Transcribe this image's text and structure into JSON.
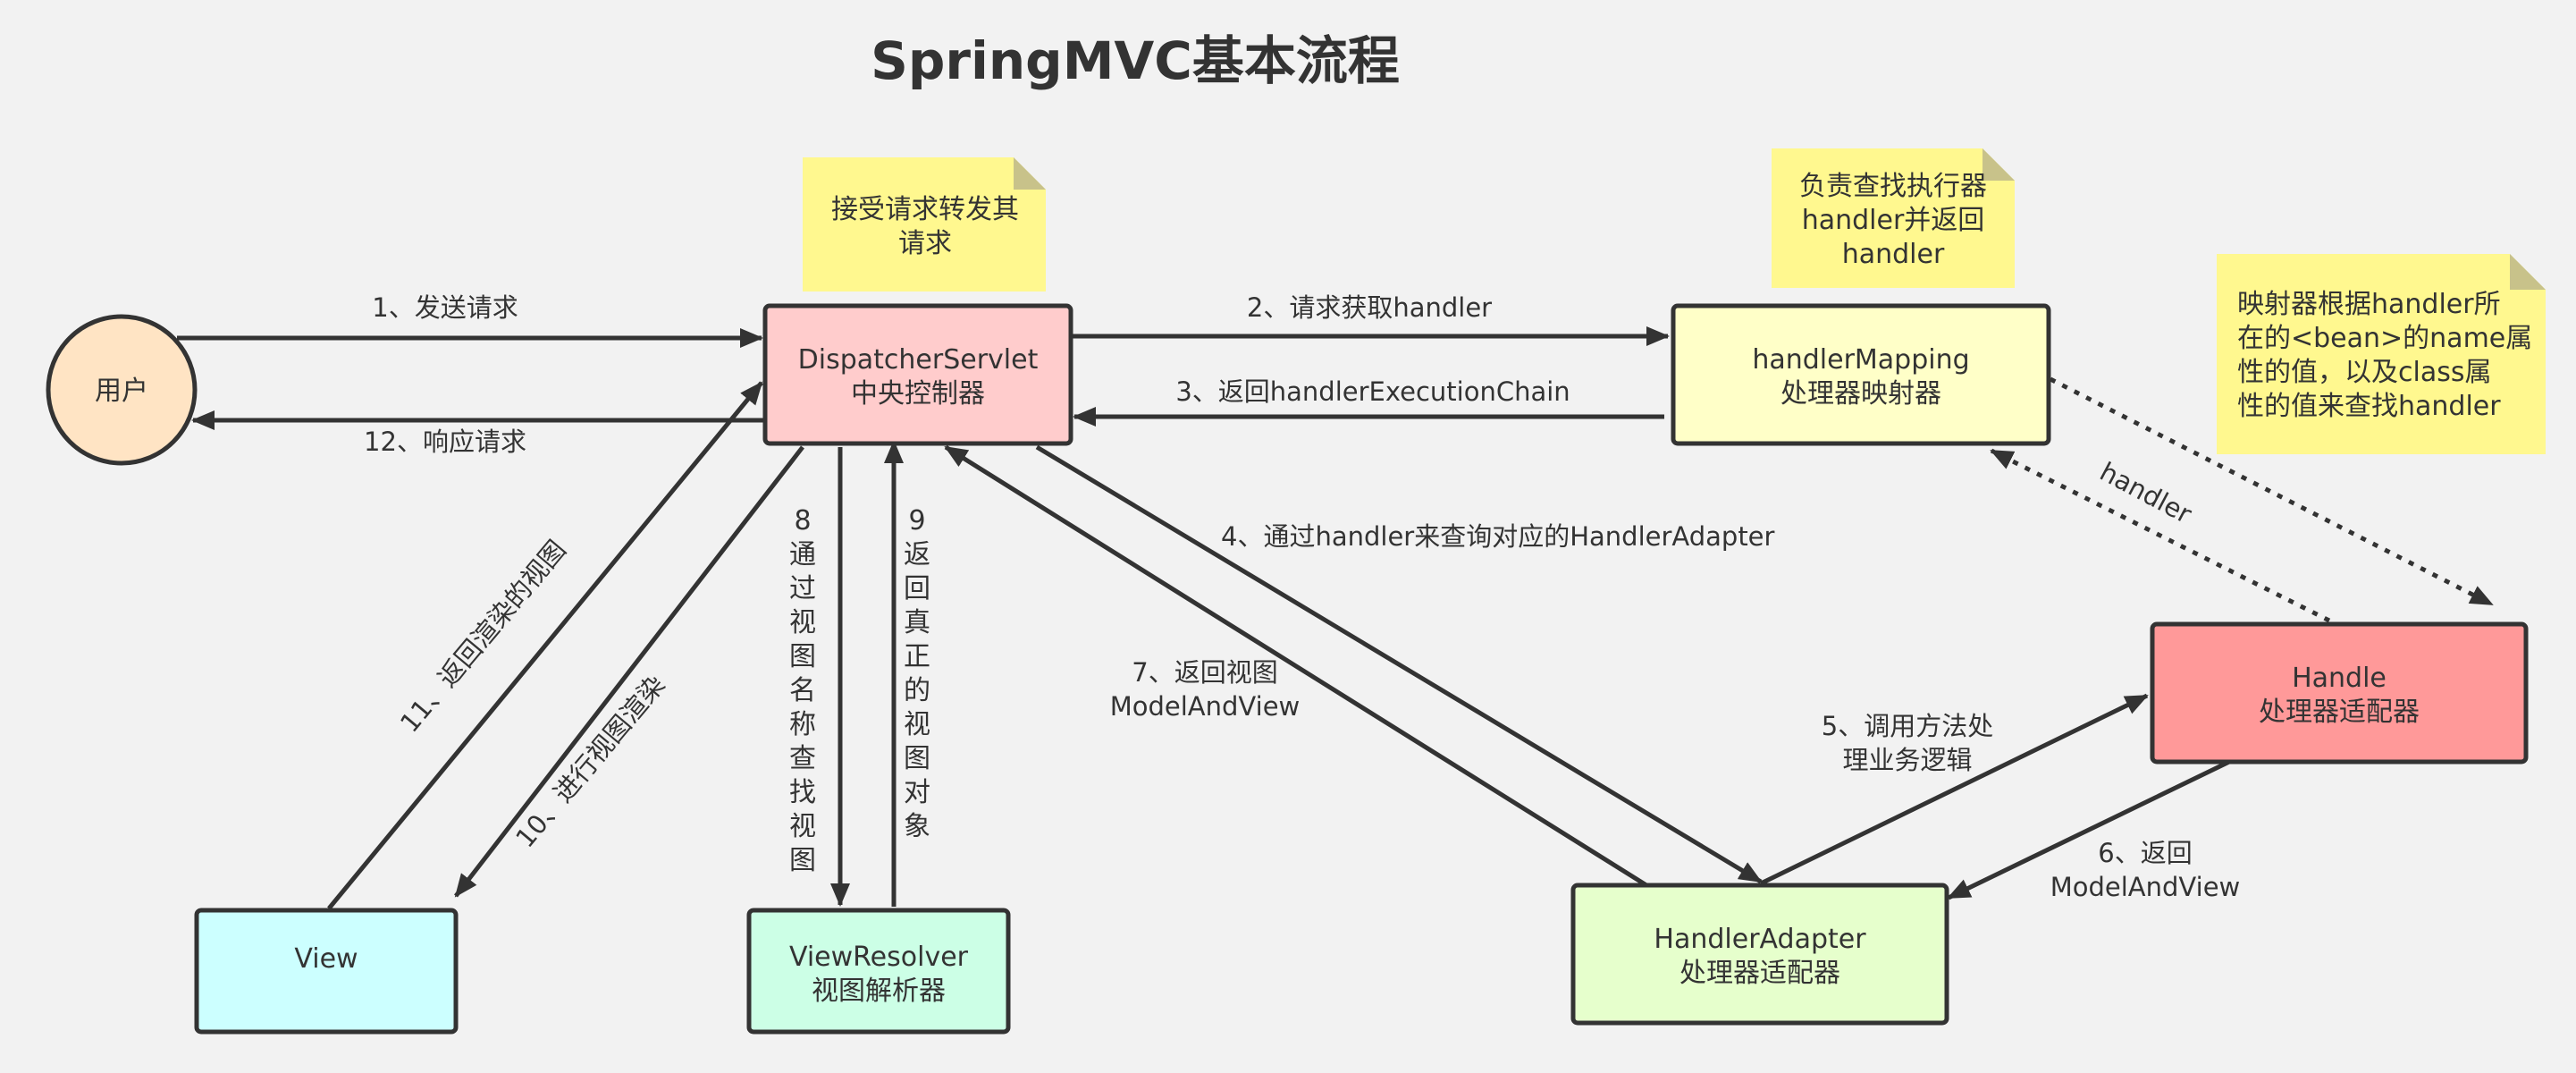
{
  "title": "SpringMVC基本流程",
  "colors": {
    "user": "#ffe4c4",
    "dispatcher": "#ffcccc",
    "handler_mapping": "#ffffc8",
    "handle": "#ff9999",
    "handler_adapter": "#e6ffcc",
    "view_resolver": "#ccffe6",
    "view": "#ccffff",
    "note": "#fff88f",
    "note_fold": "#c8c28a"
  },
  "nodes": {
    "user": {
      "label": "用户"
    },
    "dispatcher": {
      "line1": "DispatcherServlet",
      "line2": "中央控制器"
    },
    "handler_mapping": {
      "line1": "handlerMapping",
      "line2": "处理器映射器"
    },
    "handle": {
      "line1": "Handle",
      "line2": "处理器适配器"
    },
    "handler_adapter": {
      "line1": "HandlerAdapter",
      "line2": "处理器适配器"
    },
    "view_resolver": {
      "line1": "ViewResolver",
      "line2": "视图解析器"
    },
    "view": {
      "line1": "View"
    }
  },
  "notes": {
    "dispatcher_note": {
      "line1": "接受请求转发其",
      "line2": "请求"
    },
    "mapping_note": {
      "line1": "负责查找执行器",
      "line2": "handler并返回",
      "line3": "handler"
    },
    "mapper_note": {
      "line1": "映射器根据handler所",
      "line2": "在的<bean>的name属",
      "line3": "性的值，以及class属",
      "line4": "性的值来查找handler"
    }
  },
  "edges": {
    "e1": "1、发送请求",
    "e2": "2、请求获取handler",
    "e3": "3、返回handlerExecutionChain",
    "e4": "4、通过handler来查询对应的HandlerAdapter",
    "e5_line1": "5、调用方法处",
    "e5_line2": "理业务逻辑",
    "e6_line1": "6、返回",
    "e6_line2": "ModelAndView",
    "e7_line1": "7、返回视图",
    "e7_line2": "ModelAndView",
    "e8": "8通过视图名称查找视图",
    "e9": "9返回真正的视图对象",
    "e10": "10、进行视图渲染",
    "e11": "11、返回渲染的视图",
    "e12": "12、响应请求",
    "handler_dotted": "handler"
  }
}
